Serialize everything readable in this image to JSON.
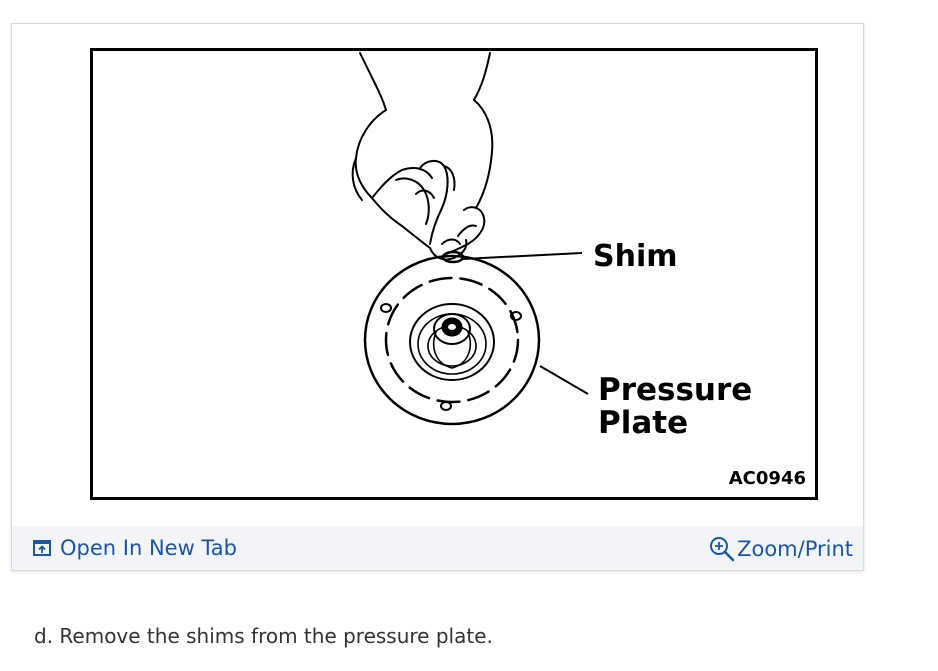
{
  "figure": {
    "callouts": {
      "shim": "Shim",
      "pressure_plate_line1": "Pressure",
      "pressure_plate_line2": "Plate"
    },
    "figure_code": "AC0946"
  },
  "toolbar": {
    "open_new_tab_label": "Open In New Tab",
    "open_new_tab_icon": "open-in-new-tab-icon",
    "zoom_print_label": "Zoom/Print",
    "zoom_print_icon": "zoom-in-icon",
    "link_color": "#1a56a8"
  },
  "content": {
    "step_text": "d. Remove the shims from the pressure plate."
  }
}
